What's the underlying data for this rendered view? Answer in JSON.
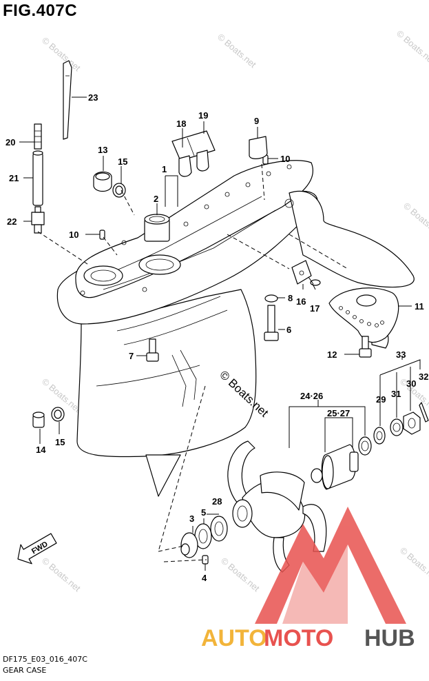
{
  "figure": {
    "title": "FIG.407C",
    "code": "DF175_E03_016_407C",
    "name": "GEAR CASE",
    "center_watermark": "© Boats.net",
    "watermark": "© Boats.net"
  },
  "brand": {
    "text_auto": "AUTO",
    "text_moto": "MOTO",
    "text_hub": "HUB",
    "color_primary": "#e8524f",
    "color_secondary": "#f2b43a",
    "color_dark": "#555555"
  },
  "direction_marker": {
    "text": "FWD"
  },
  "labels": {
    "p1": "1",
    "p2": "2",
    "p3": "3",
    "p4": "4",
    "p5": "5",
    "p6": "6",
    "p7": "7",
    "p8": "8",
    "p9": "9",
    "p10a": "10",
    "p10b": "10",
    "p11": "11",
    "p12": "12",
    "p13": "13",
    "p14": "14",
    "p15a": "15",
    "p15b": "15",
    "p16": "16",
    "p17": "17",
    "p18": "18",
    "p19": "19",
    "p20": "20",
    "p21": "21",
    "p22": "22",
    "p23": "23",
    "p24_26": "24·26",
    "p25_27": "25·27",
    "p28": "28",
    "p29": "29",
    "p30": "30",
    "p31": "31",
    "p32": "32",
    "p33": "33"
  }
}
